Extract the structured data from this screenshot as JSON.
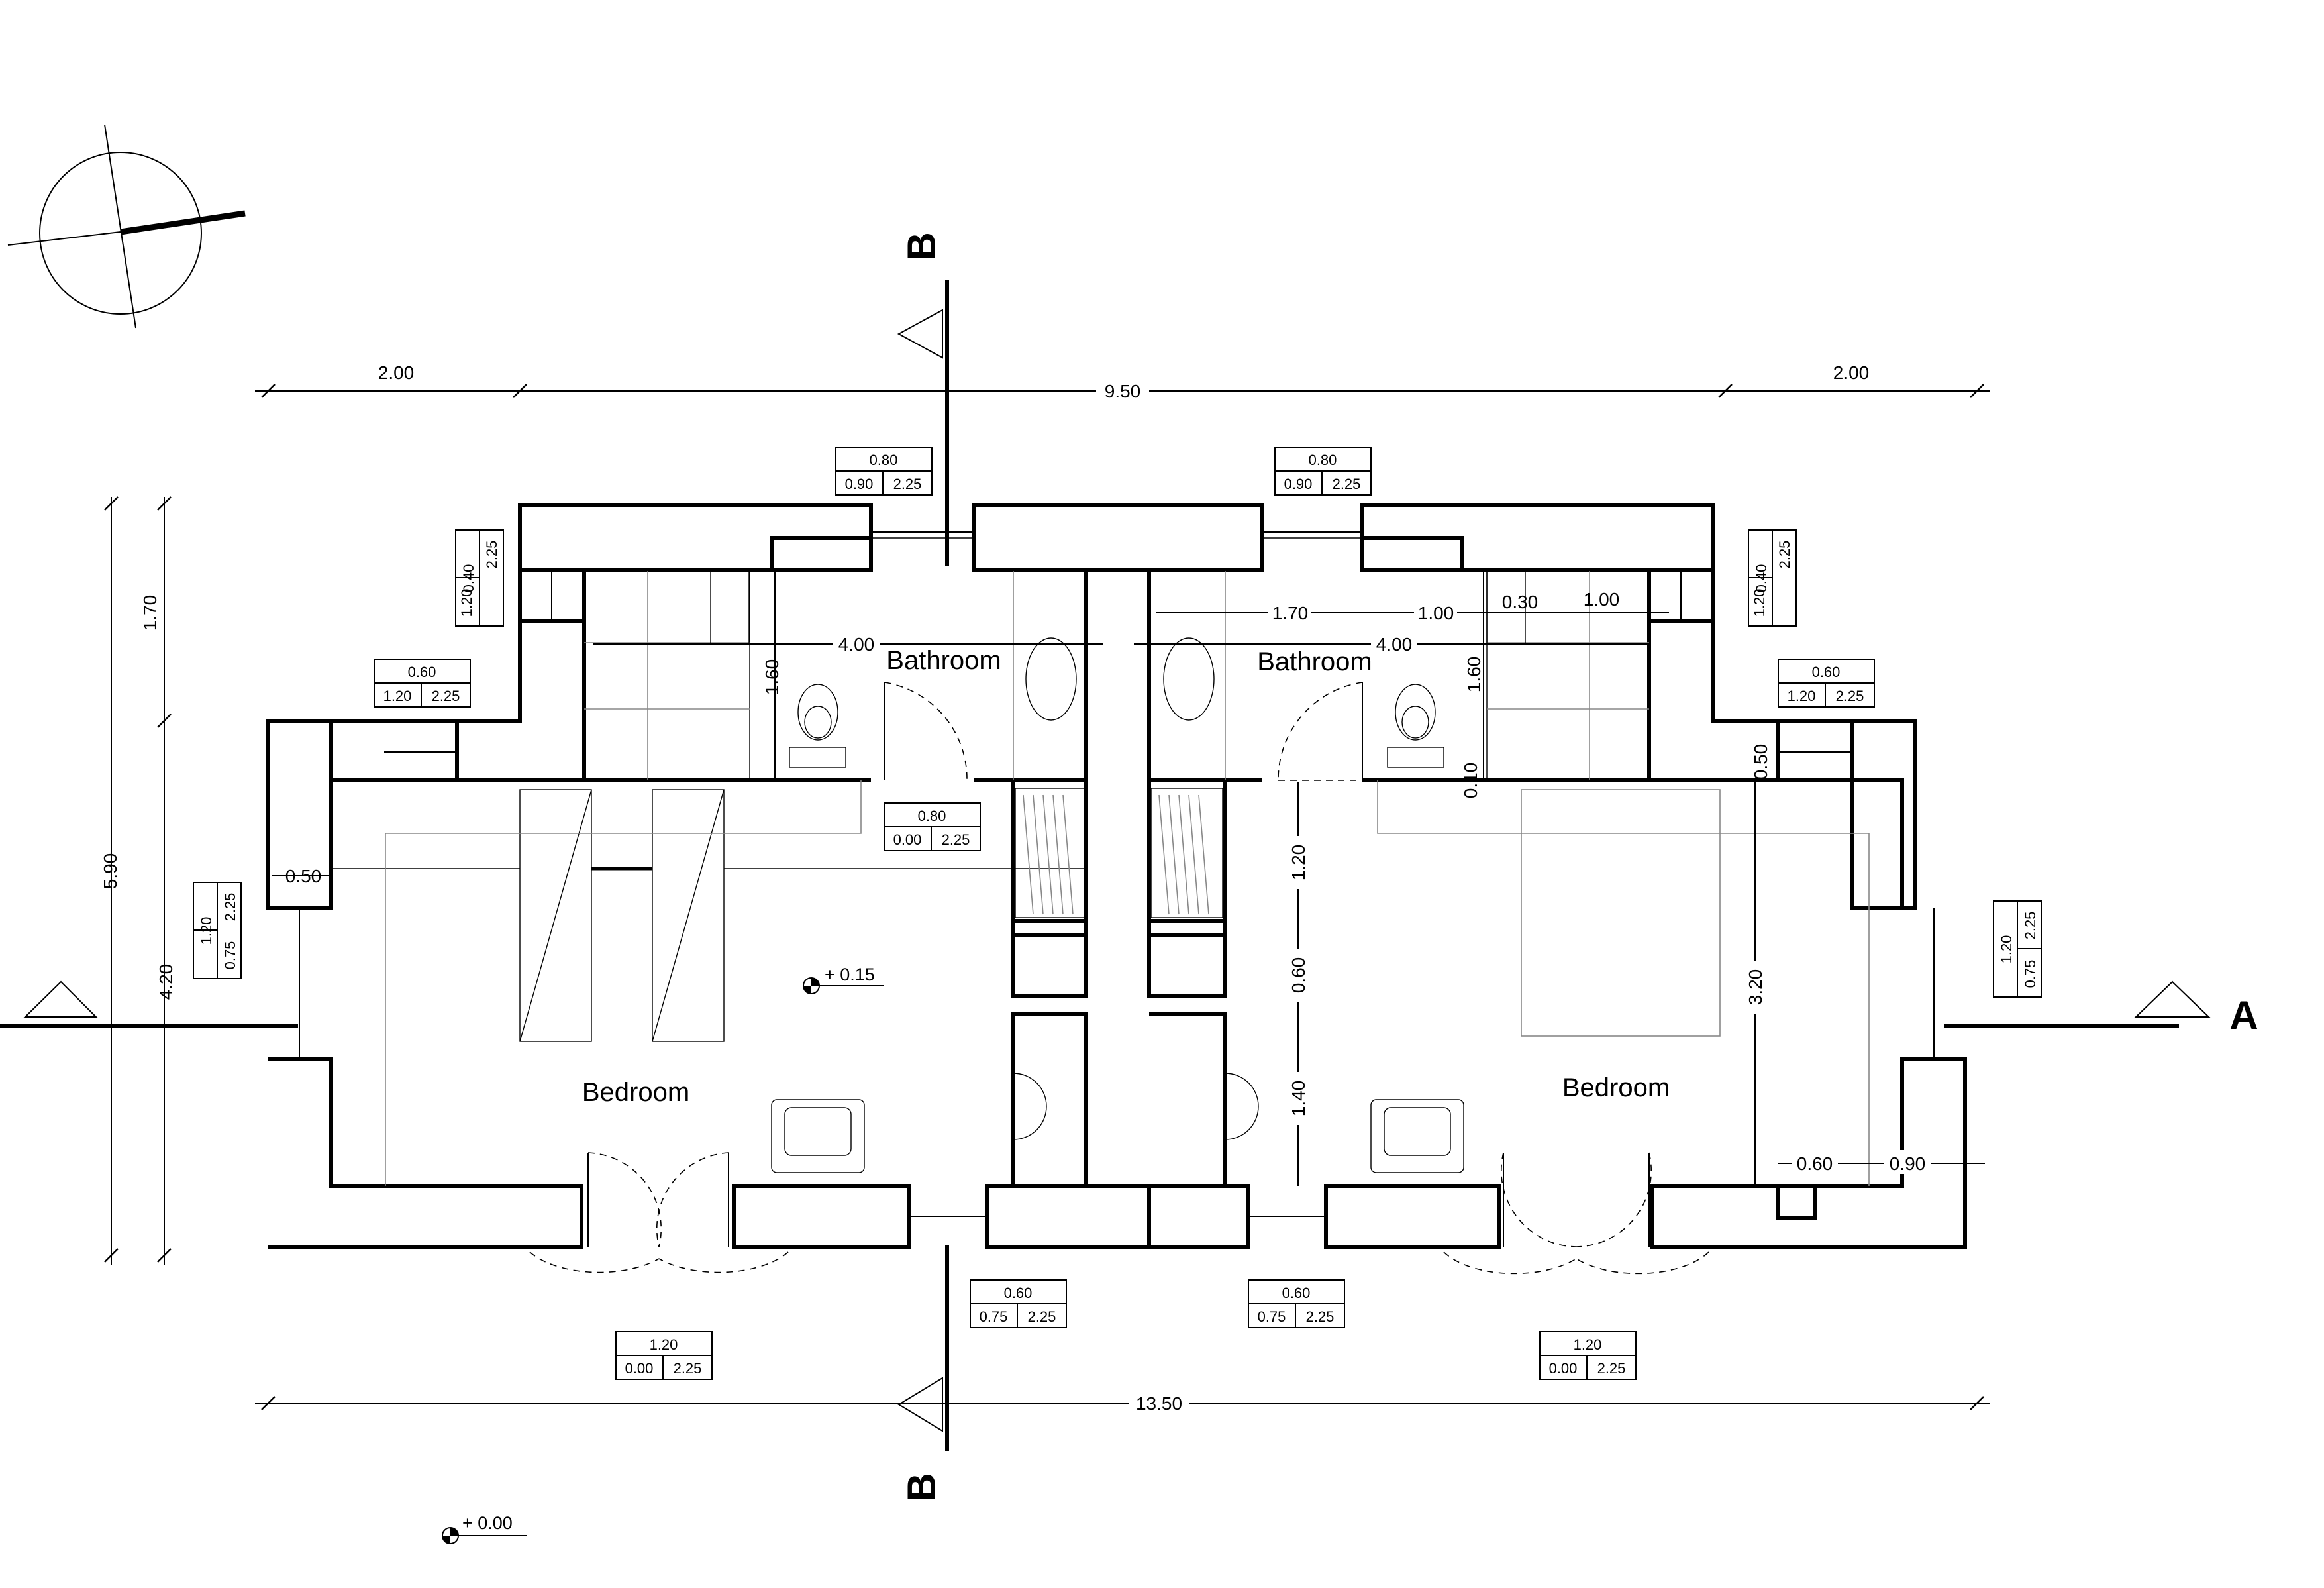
{
  "rooms": {
    "left_bathroom": "Bathroom",
    "right_bathroom": "Bathroom",
    "left_bedroom": "Bedroom",
    "right_bedroom": "Bedroom"
  },
  "section_markers": {
    "a_right": "A",
    "b_top": "B",
    "b_bottom": "B"
  },
  "levels": {
    "bedroom_floor": "+ 0.15",
    "ground": "+ 0.00"
  },
  "dimensions": {
    "top_left": "2.00",
    "top_center": "9.50",
    "top_right": "2.00",
    "bottom_total": "13.50",
    "left_overall": "5.90",
    "left_upper": "1.70",
    "left_lower": "4.20",
    "left_bath_width": "4.00",
    "left_bath_depth": "1.60",
    "left_wall_thickness": "0.50",
    "right_bath_width": "4.00",
    "right_bath_a": "1.70",
    "right_bath_b": "1.00",
    "right_bath_c": "0.30",
    "right_bath_d": "1.00",
    "right_bath_depth": "1.60",
    "right_niche": "0.50",
    "right_small": "0.10",
    "corridor_a": "1.20",
    "corridor_b": "0.60",
    "corridor_c": "1.40",
    "right_bed_depth": "3.20",
    "right_bed_a": "0.60",
    "right_bed_b": "0.90"
  },
  "opening_tags": {
    "top_left_window": {
      "w": "0.80",
      "sill": "0.90",
      "h": "2.25"
    },
    "top_right_window": {
      "w": "0.80",
      "sill": "0.90",
      "h": "2.25"
    },
    "left_bath_window": {
      "w": "0.40",
      "sill": "1.20",
      "h": "2.25"
    },
    "right_bath_window": {
      "w": "0.40",
      "sill": "1.20",
      "h": "2.25"
    },
    "left_side_window": {
      "w": "0.60",
      "sill": "1.20",
      "h": "2.25"
    },
    "right_side_window": {
      "w": "0.60",
      "sill": "1.20",
      "h": "2.25"
    },
    "left_bath_door": {
      "w": "0.80",
      "sill": "0.00",
      "h": "2.25"
    },
    "left_end_window": {
      "w": "1.20",
      "sill": "0.75",
      "h": "2.25"
    },
    "right_end_window": {
      "w": "1.20",
      "sill": "0.75",
      "h": "2.25"
    },
    "left_bottom_window": {
      "w": "0.60",
      "sill": "0.75",
      "h": "2.25"
    },
    "right_bottom_window": {
      "w": "0.60",
      "sill": "0.75",
      "h": "2.25"
    },
    "left_entry_door": {
      "w": "1.20",
      "sill": "0.00",
      "h": "2.25"
    },
    "right_entry_door": {
      "w": "1.20",
      "sill": "0.00",
      "h": "2.25"
    }
  }
}
